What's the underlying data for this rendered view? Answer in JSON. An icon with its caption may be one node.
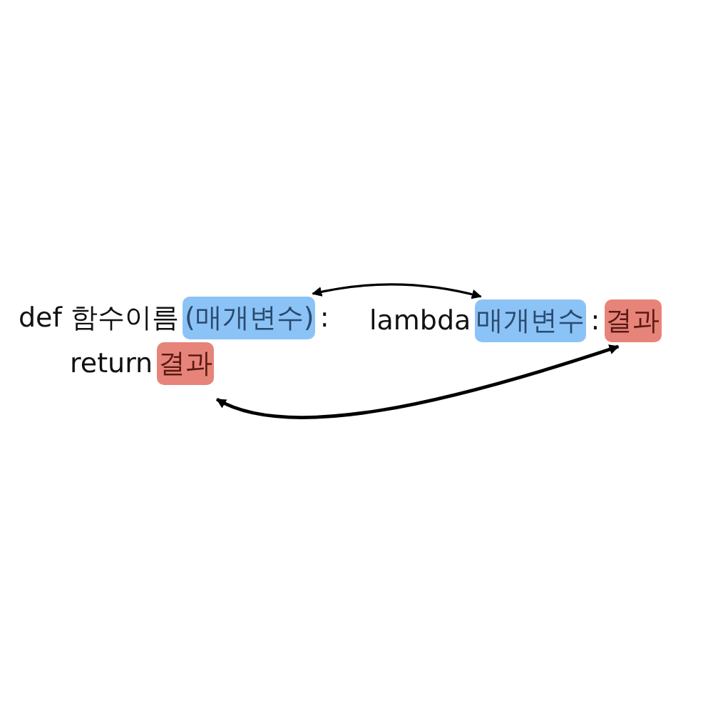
{
  "diagram": {
    "nodes": [
      {
        "text": [
          "(매개변수)"
        ]
      },
      {
        "text": [
          "결과"
        ]
      },
      {
        "text": [
          "매개변수"
        ]
      },
      {
        "text": [
          "결과"
        ]
      }
    ],
    "edges": [
      {
        "from": 0,
        "to": 2,
        "arrow": "both"
      },
      {
        "from": 1,
        "to": 3,
        "arrow": "both"
      }
    ],
    "labels": [
      "def 함수이름",
      ":",
      "return",
      "lambda",
      ":"
    ]
  }
}
